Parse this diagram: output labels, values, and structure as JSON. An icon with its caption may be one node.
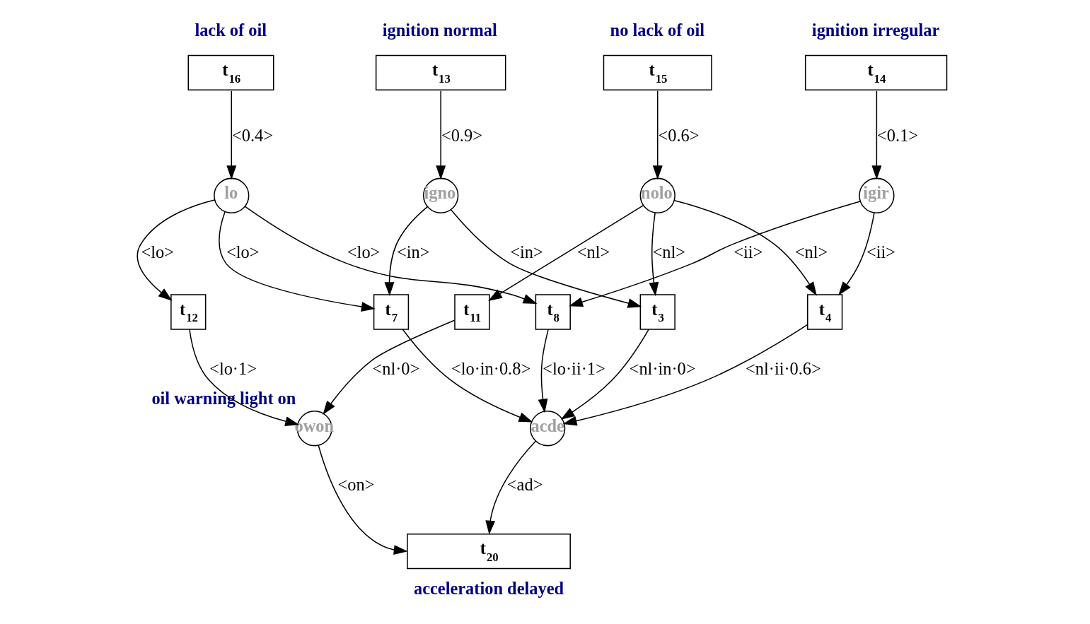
{
  "diagram": {
    "nodes": [
      {
        "text": [
          "t$_{16}$"
        ],
        "beside": [
          "lack of oil"
        ]
      },
      {
        "text": [
          "t$_{15}$"
        ],
        "beside": [
          "no lack of oil"
        ]
      },
      {
        "text": [
          "t$_{14}$"
        ],
        "beside": [
          "ignition irregular"
        ]
      },
      {
        "text": [
          "t$_{13}$"
        ],
        "beside": [
          "ignition normal"
        ]
      },
      {
        "text": [
          "lo"
        ]
      },
      {
        "text": [
          "nolo"
        ]
      },
      {
        "text": [
          "igir"
        ]
      },
      {
        "text": [
          "igno"
        ]
      },
      {
        "text": [
          "t$_{12}$"
        ]
      },
      {
        "text": [
          "t$_{11}$"
        ]
      },
      {
        "text": [
          "t$_{8}$"
        ]
      },
      {
        "text": [
          "t$_{7}$"
        ]
      },
      {
        "text": [
          "t$_{4}$"
        ]
      },
      {
        "text": [
          "t$_{3}$"
        ]
      },
      {
        "text": [
          "owon"
        ],
        "beside": [
          "oil warning light on"
        ]
      },
      {
        "text": [
          "acde"
        ]
      },
      {
        "text": [
          "t$_{20}$"
        ],
        "beside": [
          "acceleration delayed"
        ]
      }
    ],
    "edges": [
      {
        "from": 0,
        "to": 4,
        "arrow": "to",
        "label": "<0.4>"
      },
      {
        "from": 1,
        "to": 5,
        "arrow": "to",
        "label": "<0.6>"
      },
      {
        "from": 2,
        "to": 6,
        "arrow": "to",
        "label": "<0.1>"
      },
      {
        "from": 3,
        "to": 7,
        "arrow": "to",
        "label": "<0.9>"
      },
      {
        "from": 4,
        "to": 8,
        "arrow": "to",
        "label": "<lo>"
      },
      {
        "from": 4,
        "to": 10,
        "arrow": "to",
        "label": "<lo>"
      },
      {
        "from": 4,
        "to": 11,
        "arrow": "to",
        "label": "<lo>"
      },
      {
        "from": 5,
        "to": 9,
        "arrow": "to",
        "label": "<nl>"
      },
      {
        "from": 5,
        "to": 12,
        "arrow": "to",
        "label": "<nl>"
      },
      {
        "from": 5,
        "to": 13,
        "arrow": "to",
        "label": "<nl>"
      },
      {
        "from": 6,
        "to": 10,
        "arrow": "to",
        "label": "<ii>"
      },
      {
        "from": 6,
        "to": 12,
        "arrow": "to",
        "label": "<ii>"
      },
      {
        "from": 7,
        "to": 11,
        "arrow": "to",
        "label": "<in>"
      },
      {
        "from": 7,
        "to": 13,
        "arrow": "to",
        "label": "<in>"
      },
      {
        "from": 8,
        "to": 14,
        "arrow": "to",
        "label": "<lo·1>"
      },
      {
        "from": 9,
        "to": 14,
        "arrow": "to",
        "label": "<nl·0>"
      },
      {
        "from": 10,
        "to": 15,
        "arrow": "to",
        "label": "<lo·ii·1>"
      },
      {
        "from": 11,
        "to": 15,
        "arrow": "to",
        "label": "<lo·in·0.8>"
      },
      {
        "from": 12,
        "to": 15,
        "arrow": "to",
        "label": "<nl·ii·0.6>"
      },
      {
        "from": 13,
        "to": 15,
        "arrow": "to",
        "label": "<nl·in·0>"
      },
      {
        "from": 14,
        "to": 16,
        "arrow": "to",
        "label": "<on>"
      },
      {
        "from": 15,
        "to": 16,
        "arrow": "to",
        "label": "<ad>"
      }
    ]
  }
}
